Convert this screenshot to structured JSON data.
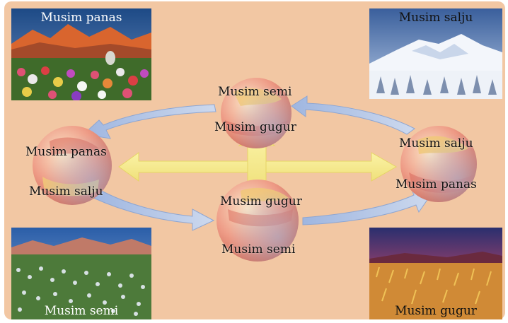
{
  "photos": {
    "top_left": {
      "caption": "Musim panas",
      "scene": "summer-mountain-flower-field"
    },
    "top_right": {
      "caption": "Musim salju",
      "scene": "snowy-mountain-forest"
    },
    "bottom_left": {
      "caption": "Musim semi",
      "scene": "spring-meadow-white-flowers"
    },
    "bottom_right": {
      "caption": "Musim gugur",
      "scene": "autumn-golden-grassland"
    }
  },
  "globes": {
    "top": {
      "upper_label": "Musim semi",
      "lower_label": "Musim gugur"
    },
    "left": {
      "upper_label": "Musim panas",
      "lower_label": "Musim salju"
    },
    "right": {
      "upper_label": "Musim salju",
      "lower_label": "Musim panas"
    },
    "bottom": {
      "upper_label": "Musim gugur",
      "lower_label": "Musim semi"
    }
  },
  "colors": {
    "background": "#f2c7a3",
    "orbit_arrow": "#b8c9e6",
    "sunlight_arrow": "#f6eb86",
    "globe_ocean": "#e89a8e",
    "globe_land": "#f0c878"
  }
}
